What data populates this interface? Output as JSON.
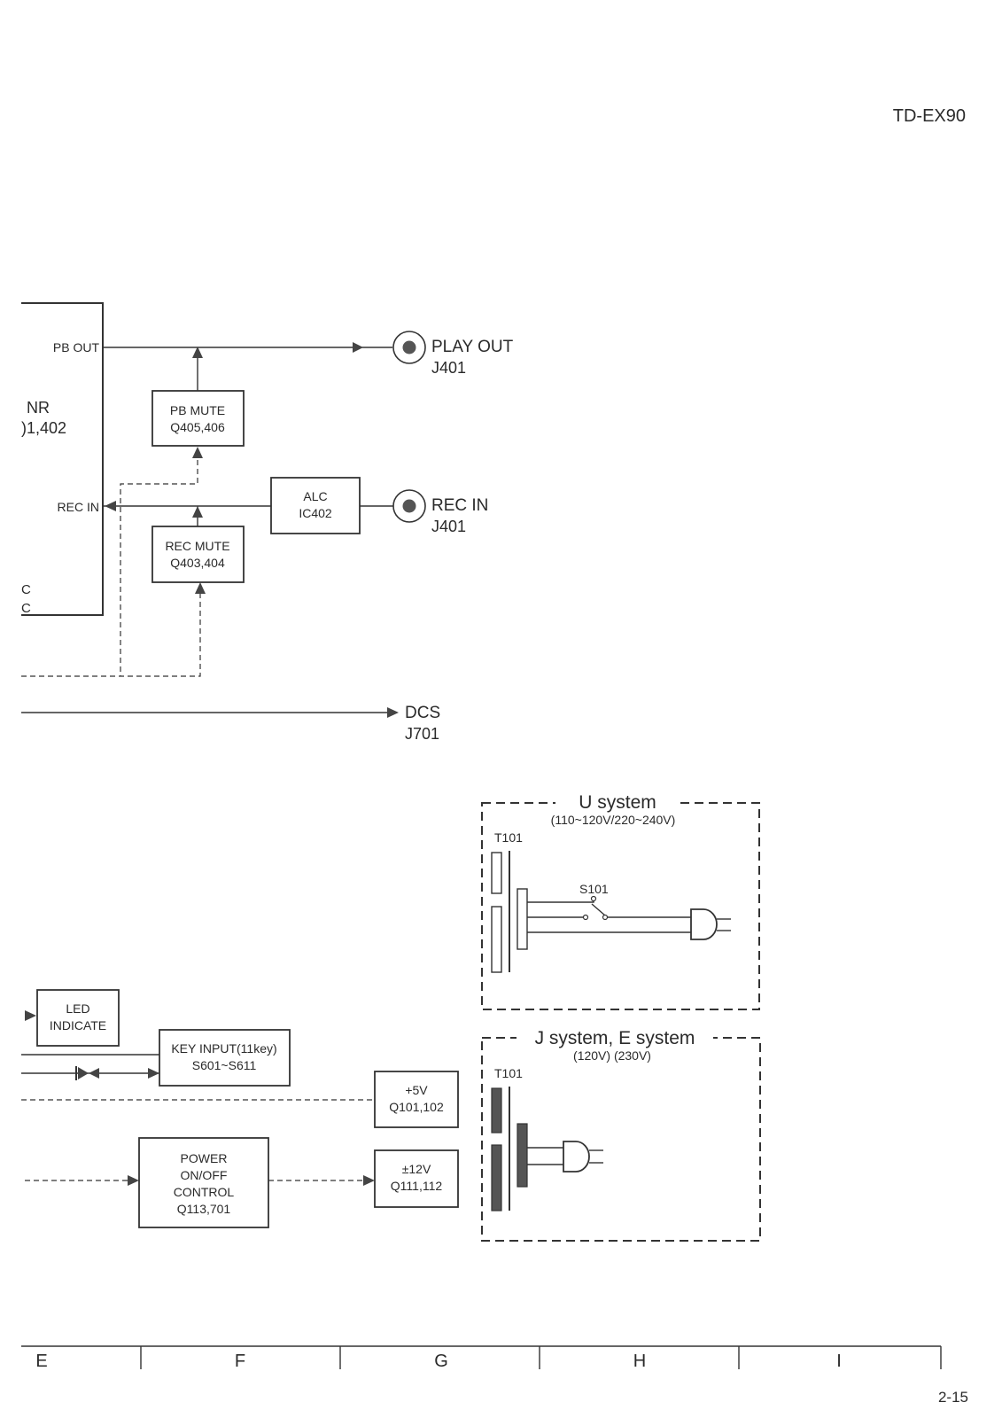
{
  "header": {
    "model": "TD-EX90"
  },
  "footer": {
    "page_number": "2-15"
  },
  "grid_columns": [
    "E",
    "F",
    "G",
    "H",
    "I"
  ],
  "nr_block": {
    "line1": "NR",
    "line2": ")1,402",
    "pb_out": "PB OUT",
    "rec_in": "REC IN",
    "frag1": "C",
    "frag2": "C"
  },
  "blocks": {
    "pb_mute": {
      "line1": "PB MUTE",
      "line2": "Q405,406"
    },
    "rec_mute": {
      "line1": "REC MUTE",
      "line2": "Q403,404"
    },
    "alc": {
      "line1": "ALC",
      "line2": "IC402"
    },
    "led": {
      "line1": "LED",
      "line2": "INDICATE"
    },
    "key_input": {
      "line1": "KEY INPUT(11key)",
      "line2": "S601~S611"
    },
    "plus5v": {
      "line1": "+5V",
      "line2": "Q101,102"
    },
    "plus12v": {
      "line1": "±12V",
      "line2": "Q111,112"
    },
    "power": {
      "line1": "POWER",
      "line2": "ON/OFF",
      "line3": "CONTROL",
      "line4": "Q113,701"
    }
  },
  "connectors": {
    "play_out": {
      "label": "PLAY OUT",
      "ref": "J401"
    },
    "rec_in": {
      "label": "REC IN",
      "ref": "J401"
    },
    "dcs": {
      "label": "DCS",
      "ref": "J701"
    }
  },
  "u_system": {
    "title": "U system",
    "voltage": "(110~120V/220~240V)",
    "transformer": "T101",
    "switch": "S101"
  },
  "je_system": {
    "title": "J system, E system",
    "voltage": "(120V) (230V)",
    "transformer": "T101"
  }
}
